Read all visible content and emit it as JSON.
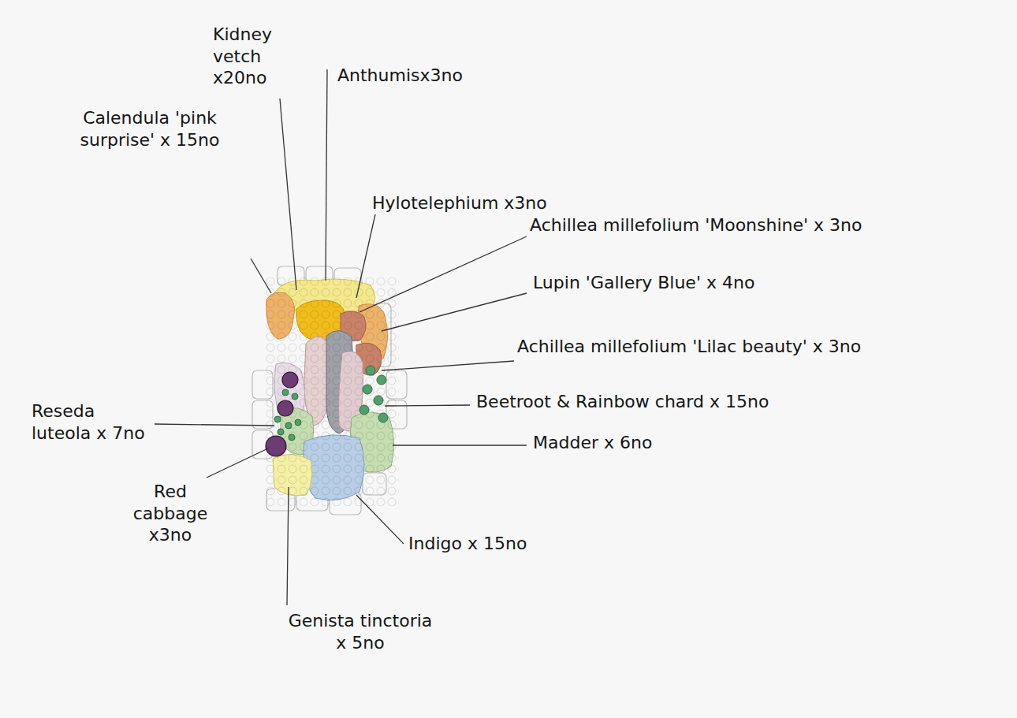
{
  "diagram": {
    "labels": [
      "Anthumisx3no",
      "Kidney vetch x20no",
      "Hylotelephium x3no",
      "Calendula 'pink surprise' x 15no",
      "Achillea millefolium 'Moonshine' x 3no",
      "Lupin 'Gallery Blue' x 4no",
      "Achillea millefolium 'Lilac beauty' x 3no",
      "Beetroot & Rainbow chard x 15no",
      "Madder x 6no",
      "Reseda luteola x 7no",
      "Red cabbage x3no",
      "Indigo x 15no",
      "Genista tinctoria x 5no"
    ]
  }
}
